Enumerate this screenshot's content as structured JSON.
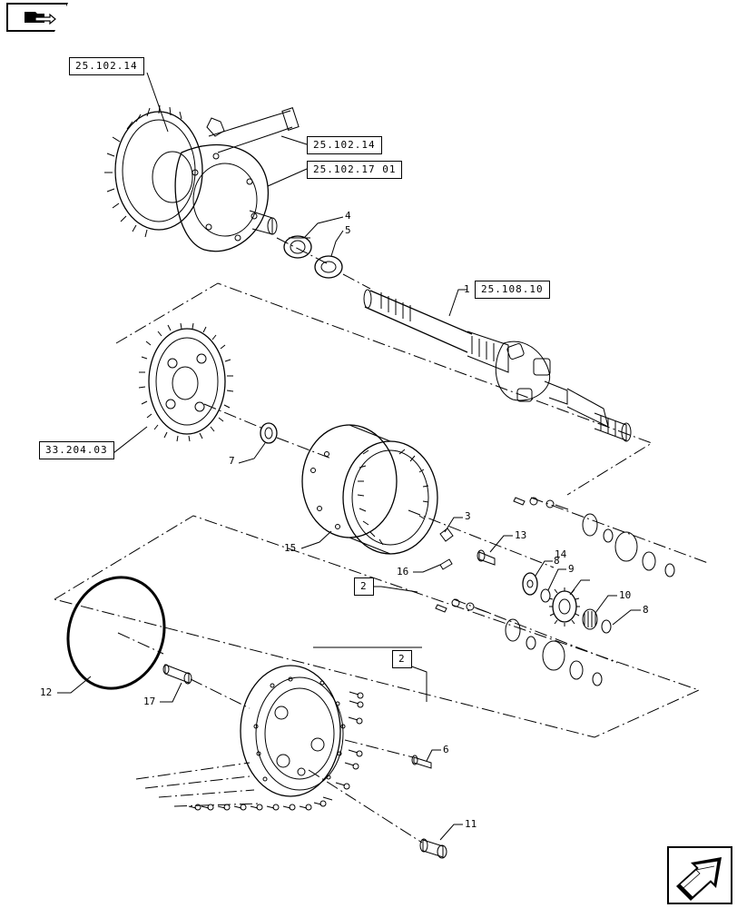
{
  "ref_boxes": {
    "r1": "25.102.14",
    "r2": "25.102.14",
    "r3": "25.102.17 01",
    "r4": "25.108.10",
    "r5": "33.204.03",
    "r6": "2",
    "r7": "2"
  },
  "callouts": {
    "c1": "1",
    "c3": "3",
    "c4": "4",
    "c5": "5",
    "c6": "6",
    "c7": "7",
    "c8a": "8",
    "c8b": "8",
    "c9": "9",
    "c10": "10",
    "c11": "11",
    "c12": "12",
    "c13": "13",
    "c14": "14",
    "c15": "15",
    "c16": "16",
    "c17": "17"
  },
  "icons": {
    "top_left": "folder-arrow-icon",
    "bottom_right": "next-page-arrow-icon"
  }
}
